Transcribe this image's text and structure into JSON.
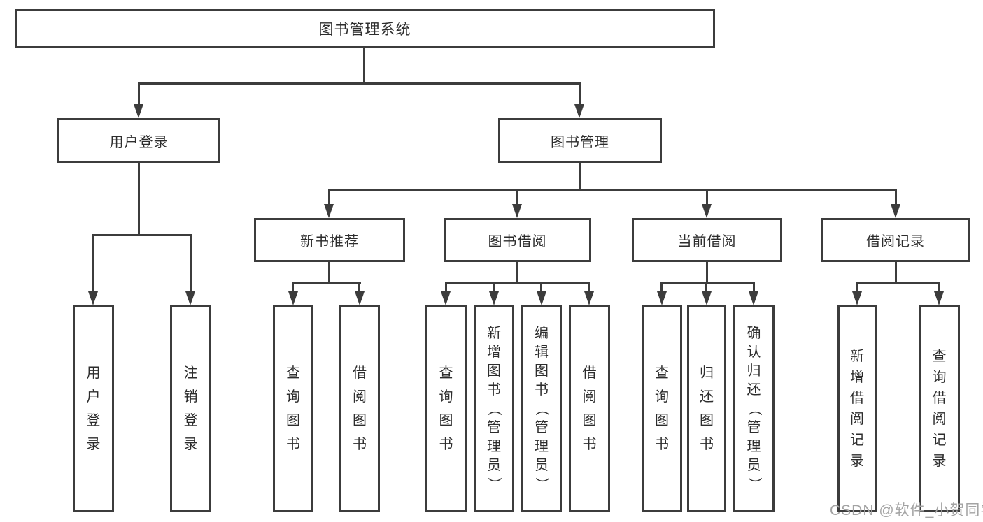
{
  "diagram_title": "图书管理系统",
  "watermark": "CSDN @软件_小贺同学",
  "colors": {
    "line": "#3c3c3c",
    "text": "#2d2d2d",
    "watermark": "#a3a3a3",
    "background": "#ffffff"
  },
  "nodes": {
    "root": {
      "label": "图书管理系统"
    },
    "user_login": {
      "label": "用户登录"
    },
    "book_mgmt": {
      "label": "图书管理"
    },
    "new_book_rec": {
      "label": "新书推荐"
    },
    "book_borrow": {
      "label": "图书借阅"
    },
    "current_borrow": {
      "label": "当前借阅"
    },
    "borrow_records": {
      "label": "借阅记录"
    },
    "leaf_user_login": {
      "label": "用户登录"
    },
    "leaf_logout": {
      "label": "注销登录"
    },
    "leaf_query_book_1": {
      "label": "查询图书"
    },
    "leaf_borrow_book_1": {
      "label": "借阅图书"
    },
    "leaf_query_book_2": {
      "label": "查询图书"
    },
    "leaf_add_book": {
      "label": "新增图书（管理员）"
    },
    "leaf_edit_book": {
      "label": "编辑图书（管理员）"
    },
    "leaf_borrow_book_2": {
      "label": "借阅图书"
    },
    "leaf_query_book_3": {
      "label": "查询图书"
    },
    "leaf_return_book": {
      "label": "归还图书"
    },
    "leaf_confirm_return": {
      "label": "确认归还（管理员）"
    },
    "leaf_add_record": {
      "label": "新增借阅记录"
    },
    "leaf_query_record": {
      "label": "查询借阅记录"
    }
  },
  "hierarchy": {
    "root": "图书管理系统",
    "children": [
      {
        "label": "用户登录",
        "children": [
          "用户登录",
          "注销登录"
        ]
      },
      {
        "label": "图书管理",
        "children": [
          {
            "label": "新书推荐",
            "children": [
              "查询图书",
              "借阅图书"
            ]
          },
          {
            "label": "图书借阅",
            "children": [
              "查询图书",
              "新增图书（管理员）",
              "编辑图书（管理员）",
              "借阅图书"
            ]
          },
          {
            "label": "当前借阅",
            "children": [
              "查询图书",
              "归还图书",
              "确认归还（管理员）"
            ]
          },
          {
            "label": "借阅记录",
            "children": [
              "新增借阅记录",
              "查询借阅记录"
            ]
          }
        ]
      }
    ]
  }
}
